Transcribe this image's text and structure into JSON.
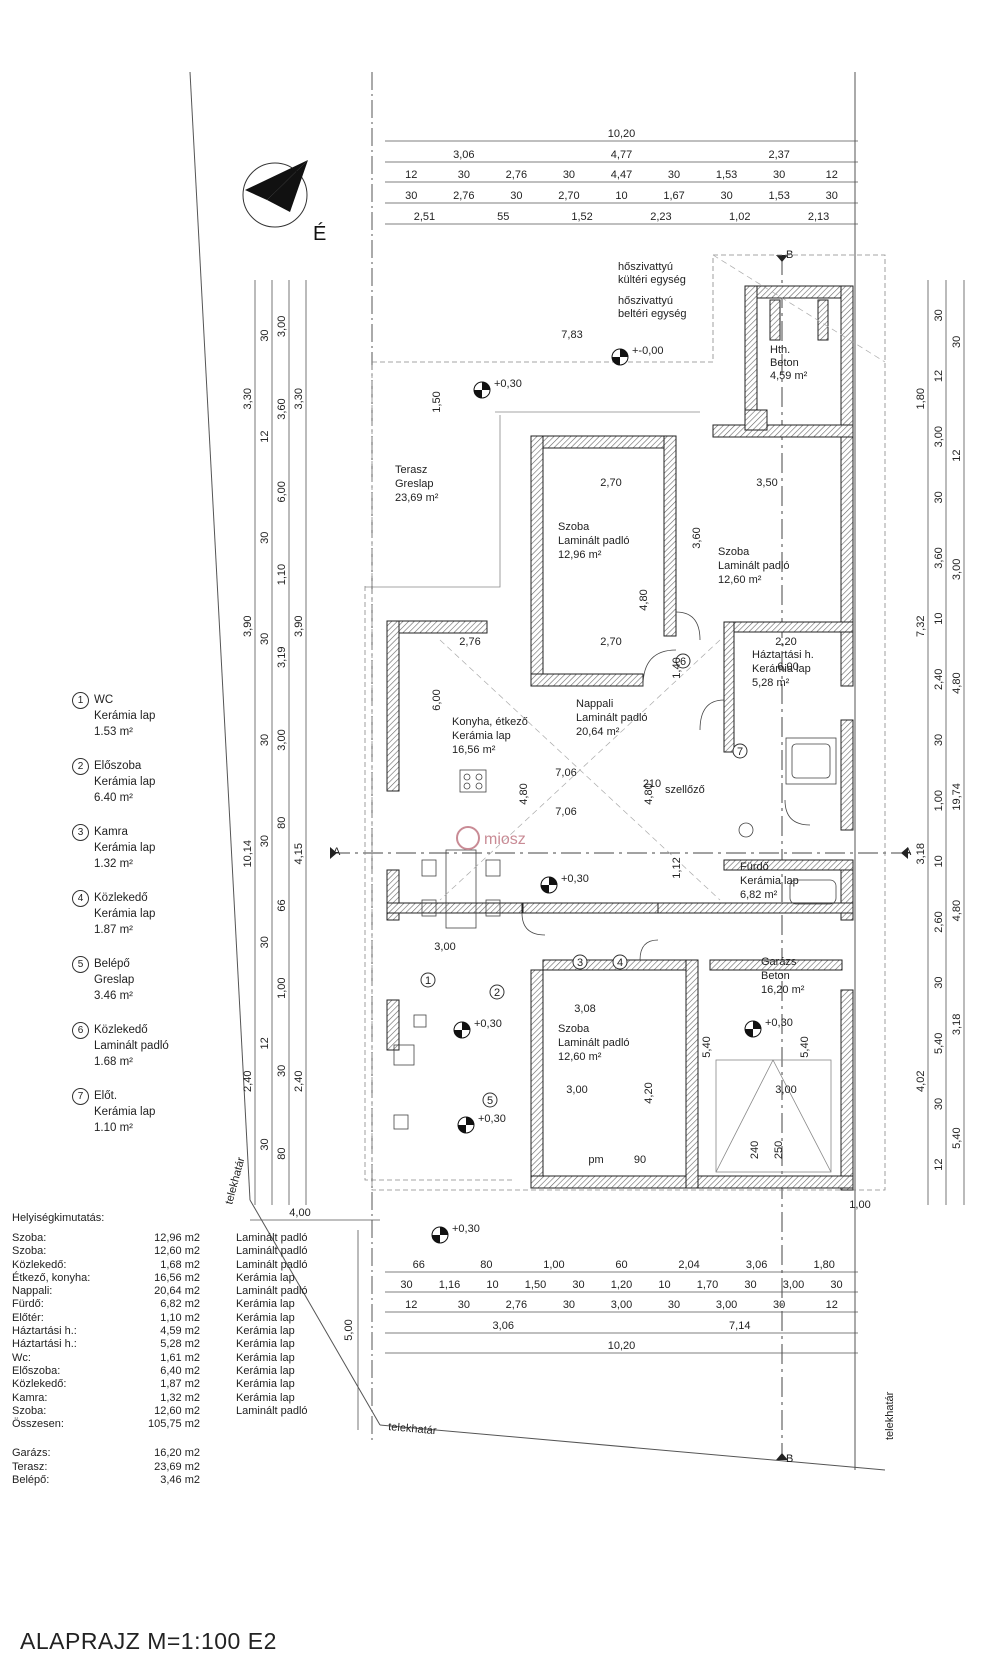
{
  "title": "ALAPRAJZ M=1:100 E2",
  "north_label": "É",
  "watermark": "miosz",
  "boundary_label": "telekhatár",
  "section_marks": {
    "a": "A",
    "b": "B"
  },
  "top_dimensions": {
    "row1": [
      "10,20"
    ],
    "row2": [
      "3,06",
      "4,77",
      "2,37"
    ],
    "row3": [
      "12",
      "30",
      "2,76",
      "30",
      "4,47",
      "30",
      "1,53",
      "30",
      "12"
    ],
    "row4": [
      "30",
      "2,76",
      "30",
      "2,70",
      "10",
      "1,67",
      "30",
      "1,53",
      "30"
    ],
    "row5": [
      "2,51",
      "55",
      "1,52",
      "2,23",
      "1,02",
      "2,13"
    ]
  },
  "bottom_dimensions": {
    "row1": [
      "66",
      "80",
      "1,00",
      "60",
      "2,04",
      "3,06",
      "1,80"
    ],
    "row2": [
      "30",
      "1,16",
      "10",
      "1,50",
      "30",
      "1,20",
      "10",
      "1,70",
      "30",
      "3,00",
      "30"
    ],
    "row3": [
      "12",
      "30",
      "2,76",
      "30",
      "3,00",
      "30",
      "3,00",
      "30",
      "12"
    ],
    "row4": [
      "3,06",
      "7,14"
    ],
    "row5": [
      "10,20"
    ],
    "left_width": "4,00",
    "left_depth": "5,00",
    "right_offset": "1,00"
  },
  "left_dimensions": {
    "col1": [
      "3,30",
      "3,90",
      "10,14",
      "2,40"
    ],
    "col2": [
      "30",
      "12",
      "30",
      "30",
      "30",
      "30",
      "30",
      "12",
      "30"
    ],
    "col3": [
      "3,00",
      "3,60",
      "6,00",
      "1,10",
      "3,19",
      "3,00",
      "80",
      "66",
      "1,00",
      "30",
      "80"
    ],
    "col4": [
      "3,30",
      "3,90",
      "4,15",
      "2,40"
    ]
  },
  "right_dimensions": {
    "col1": [
      "1,80",
      "7,32",
      "3,18",
      "4,02"
    ],
    "col2": [
      "30",
      "12",
      "3,00",
      "30",
      "3,60",
      "10",
      "2,40",
      "30",
      "1,00",
      "10",
      "2,60",
      "30",
      "5,40",
      "30",
      "12"
    ],
    "col3": [
      "30",
      "12",
      "3,00",
      "4,80",
      "19,74",
      "4,80",
      "3,18",
      "5,40"
    ]
  },
  "rooms": {
    "hth": [
      "Hth.",
      "Beton",
      "4,59 m²"
    ],
    "terasz": [
      "Terasz",
      "Greslap",
      "23,69 m²"
    ],
    "szoba1": [
      "Szoba",
      "Laminált padló",
      "12,96 m²"
    ],
    "szoba2": [
      "Szoba",
      "Laminált padló",
      "12,60 m²"
    ],
    "haztartasi": [
      "Háztartási h.",
      "Kerámia lap",
      "5,28 m²"
    ],
    "konyha": [
      "Konyha, étkező",
      "Kerámia lap",
      "16,56 m²"
    ],
    "nappali": [
      "Nappali",
      "Laminált padló",
      "20,64 m²"
    ],
    "furdo": [
      "Fürdő",
      "Kerámia lap",
      "6,82 m²"
    ],
    "garazs": [
      "Garázs",
      "Beton",
      "16,20 m²"
    ],
    "szoba3": [
      "Szoba",
      "Laminált padló",
      "12,60 m²"
    ],
    "hoszivattyu_kulteri": [
      "hőszivattyú",
      "kültéri egység"
    ],
    "hoszivattyu_belteri": [
      "hőszivattyú",
      "beltéri egység"
    ],
    "szellozo": "szellőző"
  },
  "elevations": [
    "+0,30",
    "+-0,00",
    "+0,30",
    "+0,30",
    "+0,30",
    "+0,30",
    "+0,30",
    "+-0,00"
  ],
  "interior_dims": [
    "7,83",
    "1,50",
    "2,70",
    "3,50",
    "4,80",
    "3,60",
    "2,70",
    "2,20",
    "2,76",
    "6,00",
    "7,06",
    "7,06",
    "4,80",
    "4,80",
    "1,40",
    "1,12",
    "3,00",
    "3,08",
    "3,00",
    "3,00",
    "4,20",
    "5,40",
    "5,40",
    "6,00",
    "pm",
    "90",
    "210",
    "240",
    "250"
  ],
  "legend": [
    {
      "num": "1",
      "name": "WC",
      "floor": "Kerámia lap",
      "area": "1.53 m²"
    },
    {
      "num": "2",
      "name": "Előszoba",
      "floor": "Kerámia lap",
      "area": "6.40 m²"
    },
    {
      "num": "3",
      "name": "Kamra",
      "floor": "Kerámia lap",
      "area": "1.32 m²"
    },
    {
      "num": "4",
      "name": "Közlekedő",
      "floor": "Kerámia lap",
      "area": "1.87 m²"
    },
    {
      "num": "5",
      "name": "Belépő",
      "floor": "Greslap",
      "area": "3.46 m²"
    },
    {
      "num": "6",
      "name": "Közlekedő",
      "floor": "Laminált padló",
      "area": "1.68 m²"
    },
    {
      "num": "7",
      "name": "Előt.",
      "floor": "Kerámia lap",
      "area": "1.10 m²"
    }
  ],
  "summary": {
    "title": "Helyiségkimutatás:",
    "rows": [
      {
        "name": "Szoba:",
        "area": "12,96 m2",
        "floor": "Laminált padló"
      },
      {
        "name": "Szoba:",
        "area": "12,60 m2",
        "floor": "Laminált padló"
      },
      {
        "name": "Közlekedő:",
        "area": "1,68 m2",
        "floor": "Laminált padló"
      },
      {
        "name": "Étkező, konyha:",
        "area": "16,56 m2",
        "floor": "Kerámia lap"
      },
      {
        "name": "Nappali:",
        "area": "20,64 m2",
        "floor": "Laminált padló"
      },
      {
        "name": "Fürdő:",
        "area": "6,82 m2",
        "floor": "Kerámia lap"
      },
      {
        "name": "Előtér:",
        "area": "1,10 m2",
        "floor": "Kerámia lap"
      },
      {
        "name": "Háztartási h.:",
        "area": "4,59 m2",
        "floor": "Kerámia lap"
      },
      {
        "name": "Háztartási h.:",
        "area": "5,28 m2",
        "floor": "Kerámia lap"
      },
      {
        "name": "Wc:",
        "area": "1,61 m2",
        "floor": "Kerámia lap"
      },
      {
        "name": "Előszoba:",
        "area": "6,40 m2",
        "floor": "Kerámia lap"
      },
      {
        "name": "Közlekedő:",
        "area": "1,87 m2",
        "floor": "Kerámia lap"
      },
      {
        "name": "Kamra:",
        "area": "1,32 m2",
        "floor": "Kerámia lap"
      },
      {
        "name": "Szoba:",
        "area": "12,60 m2",
        "floor": "Laminált padló"
      }
    ],
    "total": {
      "name": "Összesen:",
      "area": "105,75 m2"
    },
    "extras": [
      {
        "name": "Garázs:",
        "area": "16,20 m2"
      },
      {
        "name": "Terasz:",
        "area": "23,69 m2"
      },
      {
        "name": "Belépő:",
        "area": "3,46 m2"
      }
    ]
  }
}
